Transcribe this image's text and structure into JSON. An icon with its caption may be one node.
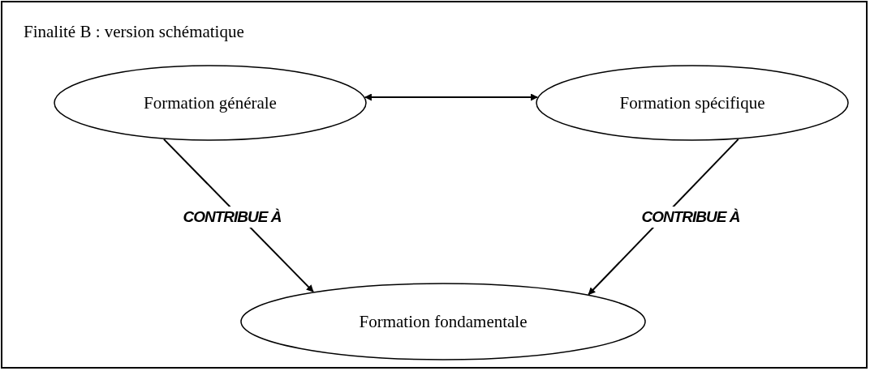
{
  "diagram": {
    "title": "Finalité B : version schématique",
    "nodes": [
      {
        "text": [
          "Formation générale"
        ]
      },
      {
        "text": [
          "Formation spécifique"
        ]
      },
      {
        "text": [
          "Formation fondamentale"
        ]
      }
    ],
    "edges": [
      {
        "from": 0,
        "to": 1,
        "arrow": "both"
      },
      {
        "from": 0,
        "to": 2,
        "arrow": "to",
        "label": "CONTRIBUE À"
      },
      {
        "from": 1,
        "to": 2,
        "arrow": "to",
        "label": "CONTRIBUE À"
      }
    ]
  }
}
